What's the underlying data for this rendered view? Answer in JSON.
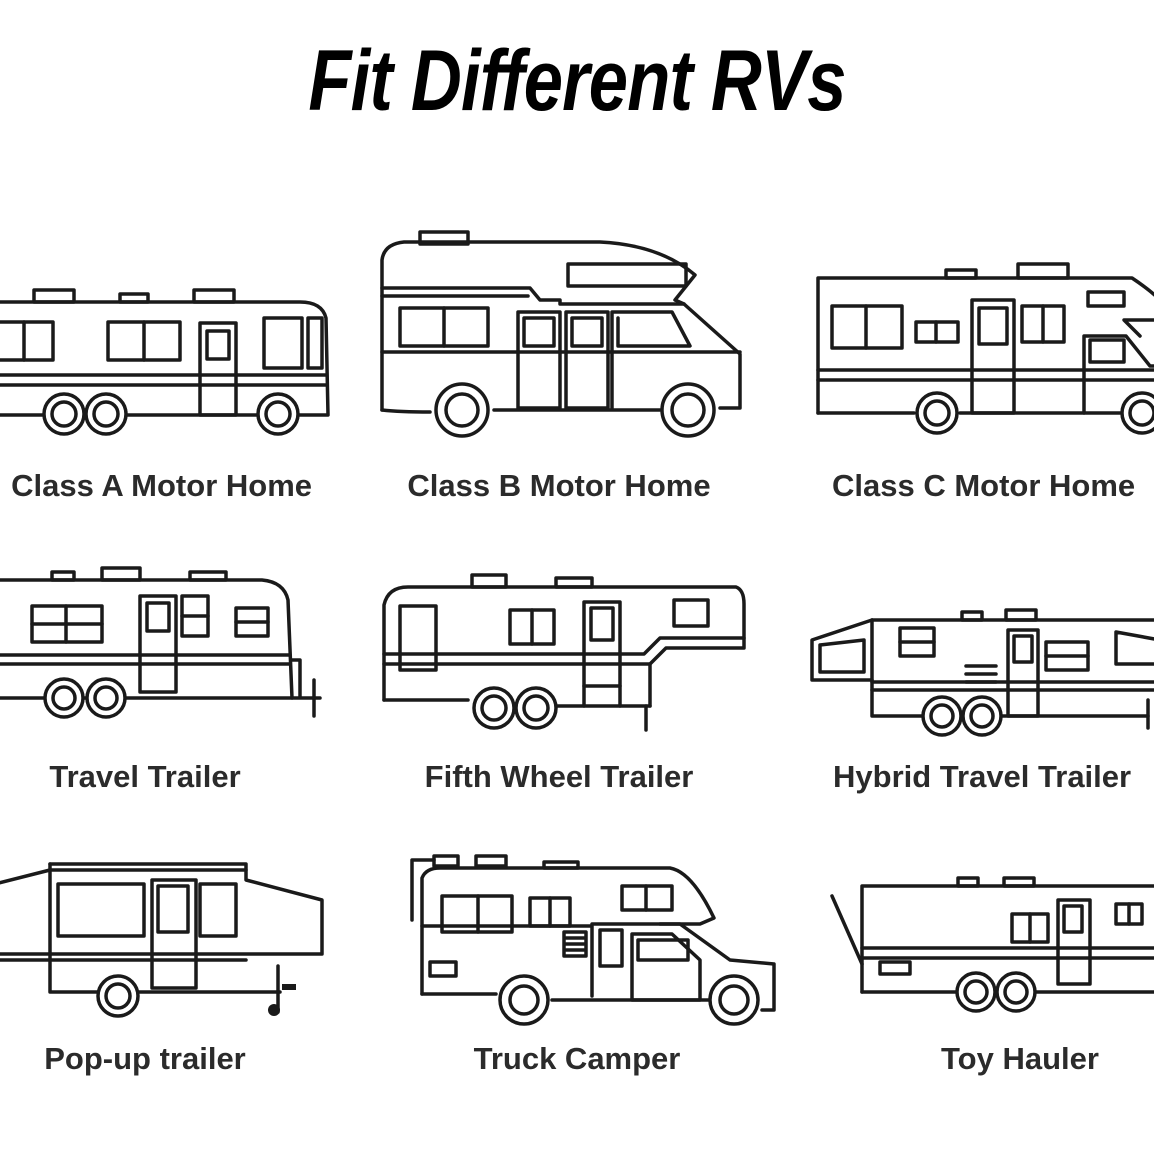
{
  "title": "Fit Different RVs",
  "vehicles": [
    {
      "label": "Class A Motor Home",
      "icon": "class-a-motorhome-icon"
    },
    {
      "label": "Class B Motor Home",
      "icon": "class-b-motorhome-icon"
    },
    {
      "label": "Class C Motor Home",
      "icon": "class-c-motorhome-icon"
    },
    {
      "label": "Travel Trailer",
      "icon": "travel-trailer-icon"
    },
    {
      "label": "Fifth Wheel Trailer",
      "icon": "fifth-wheel-trailer-icon"
    },
    {
      "label": "Hybrid Travel Trailer",
      "icon": "hybrid-travel-trailer-icon"
    },
    {
      "label": "Pop-up trailer",
      "icon": "popup-trailer-icon"
    },
    {
      "label": "Truck Camper",
      "icon": "truck-camper-icon"
    },
    {
      "label": "Toy Hauler",
      "icon": "toy-hauler-icon"
    }
  ]
}
